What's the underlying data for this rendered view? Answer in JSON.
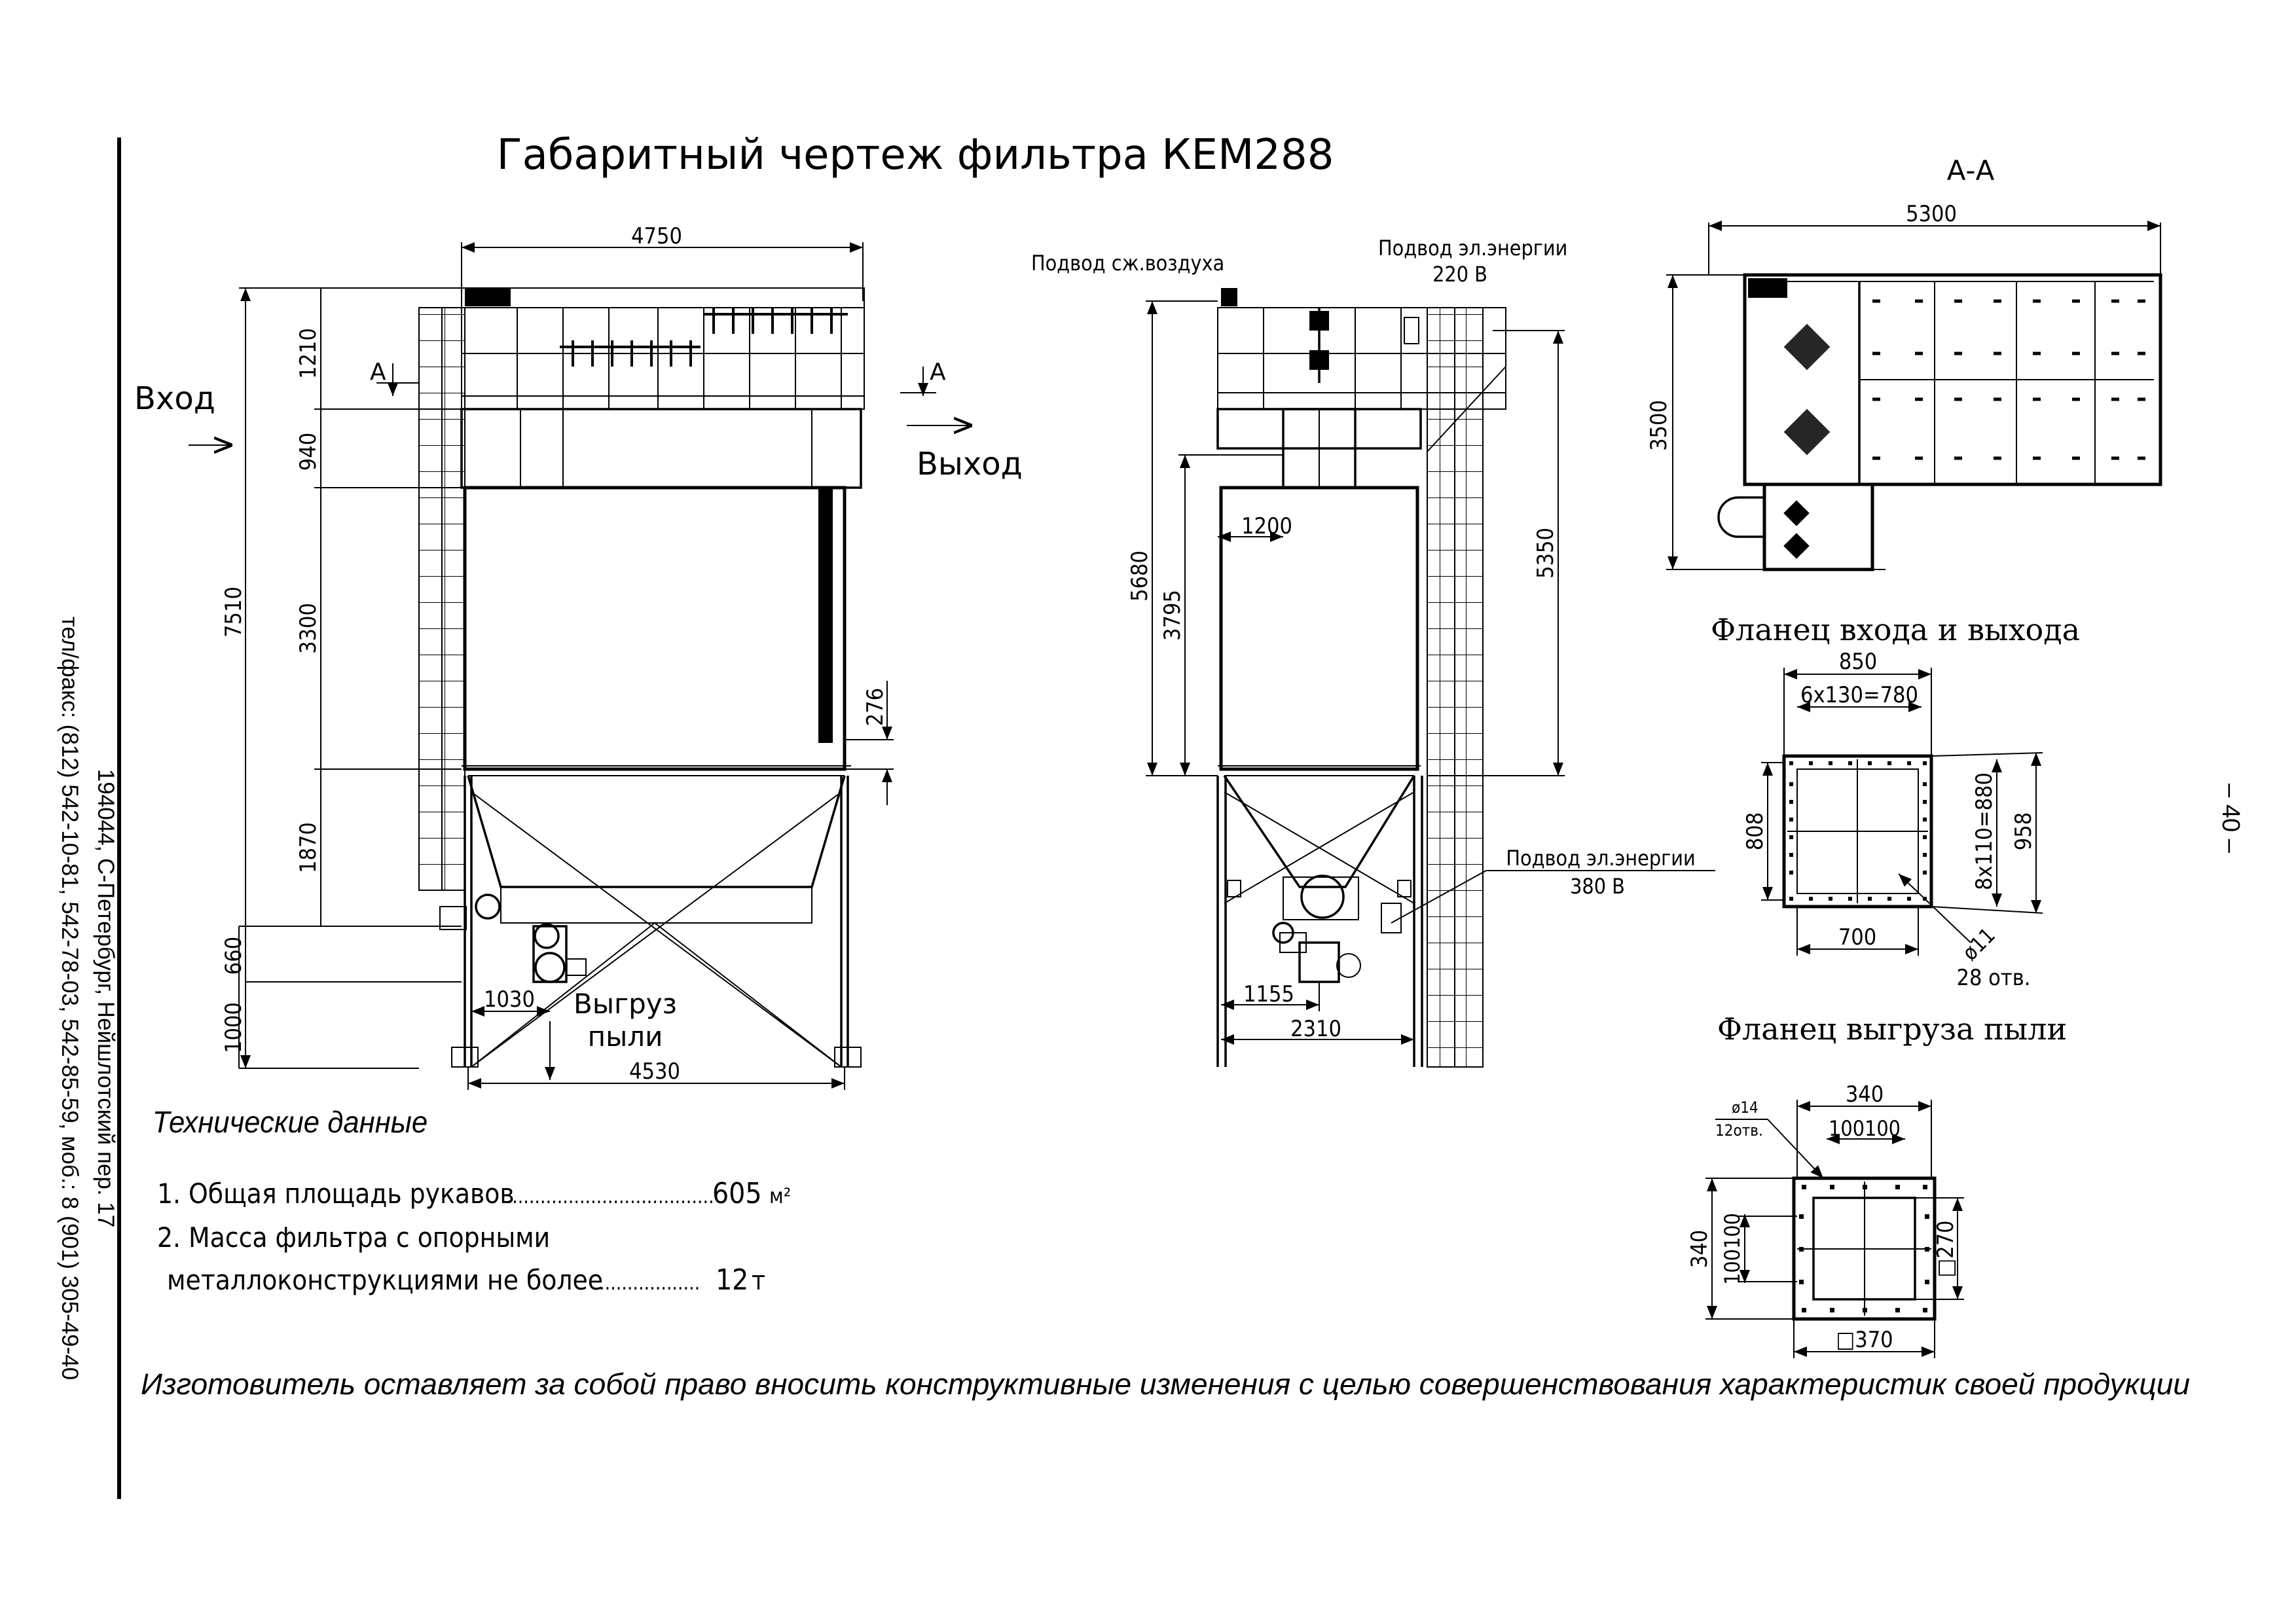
{
  "title": "Габаритный чертеж фильтра КЕМ288",
  "address": {
    "line1": "194044, С-Петербург, Нейшлотский пер. 17",
    "line2": "тел/факс: (812) 542-10-81, 542-78-03, 542-85-59, моб.: 8 (901) 305-49-40"
  },
  "page_number": "– 40 –",
  "front_view": {
    "inlet_label": "Вход",
    "outlet_label": "Выход",
    "section_mark": "А",
    "dust_label_1": "Выгруз",
    "dust_label_2": "пыли",
    "dims": {
      "width_top": "4750",
      "height_total": "7510",
      "h1": "1210",
      "h2": "940",
      "h3": "3300",
      "h4": "1870",
      "h5": "660",
      "h6": "1000",
      "right_276": "276",
      "offset_1030": "1030",
      "width_bottom": "4530"
    }
  },
  "side_view": {
    "air_label": "Подвод сж.воздуха",
    "power220_1": "Подвод эл.энергии",
    "power220_2": "220 В",
    "power380_1": "Подвод эл.энергии",
    "power380_2": "380 В",
    "dims": {
      "h5680": "5680",
      "h3795": "3795",
      "w1200": "1200",
      "h5350": "5350",
      "w1155": "1155",
      "w2310": "2310"
    }
  },
  "section_aa": {
    "label": "А-А",
    "width": "5300",
    "height": "3500"
  },
  "flange_io": {
    "title": "Фланец входа и выхода",
    "w850": "850",
    "pitch_h": "6х130=780",
    "h808": "808",
    "pitch_v": "8х110=880",
    "h958": "958",
    "w700": "700",
    "hole_d": "ø11",
    "holes": "28 отв."
  },
  "flange_dust": {
    "title": "Фланец выгруза пыли",
    "w340": "340",
    "hole_d": "ø14",
    "holes": "12отв.",
    "pitch_h": "100100",
    "h340": "340",
    "pitch_v": "100100",
    "sq270": "□270",
    "sq370": "□370"
  },
  "tech": {
    "heading": "Технические данные",
    "item1_label": "1. Общая площадь рукавов",
    "item1_dots": "......................................",
    "item1_value": "605",
    "item1_unit": "м²",
    "item2_label_a": "2. Масса фильтра с опорными",
    "item2_label_b": "металлоконструкциями не более",
    "item2_dots": "..................",
    "item2_value": "12",
    "item2_unit": "т"
  },
  "disclaimer": "Изготовитель оставляет за собой право вносить конструктивные изменения с целью совершенствования характеристик своей продукции"
}
